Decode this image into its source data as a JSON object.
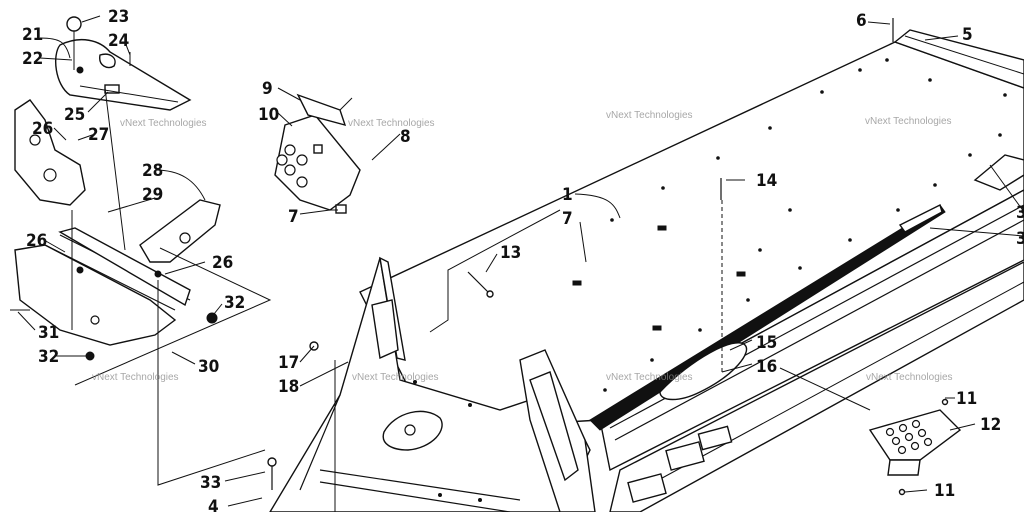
{
  "diagram": {
    "callouts": [
      "21",
      "22",
      "23",
      "24",
      "25",
      "26",
      "27",
      "28",
      "29",
      "26",
      "26",
      "31",
      "32",
      "32",
      "30",
      "9",
      "10",
      "8",
      "7",
      "13",
      "17",
      "18",
      "33",
      "4",
      "1",
      "7",
      "14",
      "15",
      "16",
      "6",
      "5",
      "11",
      "12",
      "11",
      "3",
      "3"
    ],
    "watermark_text": "vNext Technologies",
    "colors": {
      "ink": "#111111",
      "paper": "#ffffff",
      "watermark": "#8a8a8a"
    }
  }
}
